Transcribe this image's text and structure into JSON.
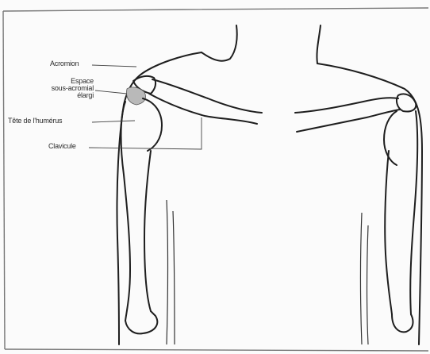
{
  "labels": {
    "acromion": "Acromion",
    "espace_line1": "Espace",
    "espace_line2": "sous-acromial",
    "espace_line3": "élargi",
    "tete_humerus": "Tête de l'humérus",
    "clavicule": "Clavicule"
  },
  "colors": {
    "line": "#1e1e1e",
    "frame": "#777777",
    "enlarged_space_shading": "#b9b9b9",
    "background": "#fbfbfb"
  }
}
